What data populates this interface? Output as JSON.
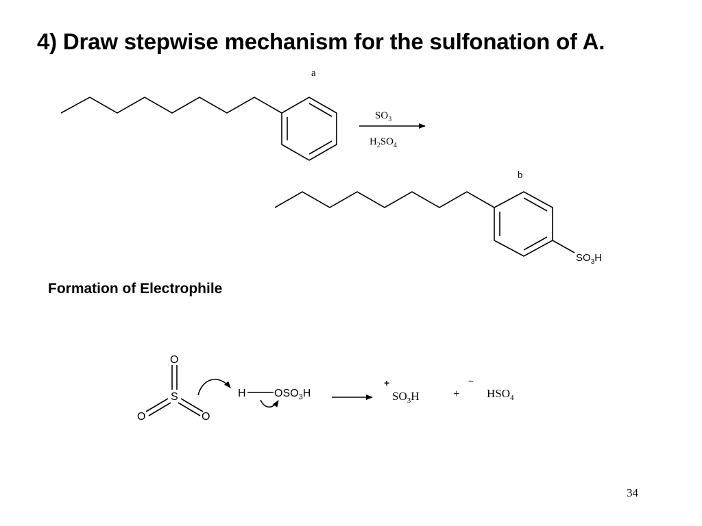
{
  "slide": {
    "title": "4) Draw stepwise mechanism for the sulfonation of A.",
    "section_heading": "Formation of Electrophile",
    "page_number": "34"
  },
  "reaction": {
    "label_reactant": "a",
    "label_product": "b",
    "reagent_top": {
      "base": "SO",
      "sub": "3"
    },
    "reagent_bottom": {
      "parts": [
        "H",
        "2",
        "SO",
        "4"
      ]
    },
    "product_substituent": {
      "base": "SO",
      "sub": "3",
      "tail": "H"
    }
  },
  "electrophile": {
    "so3_atoms": {
      "S": "S",
      "O_top": "O",
      "O_left": "O",
      "O_right": "O"
    },
    "acid": {
      "H": "H",
      "O": "OSO",
      "sub": "3",
      "tail": "H"
    },
    "product_cation": {
      "charge": "+",
      "base": "SO",
      "sub": "3",
      "tail": "H"
    },
    "plus_sign": "+",
    "product_anion": {
      "charge": "−",
      "base": "HSO",
      "sub": "4"
    }
  }
}
